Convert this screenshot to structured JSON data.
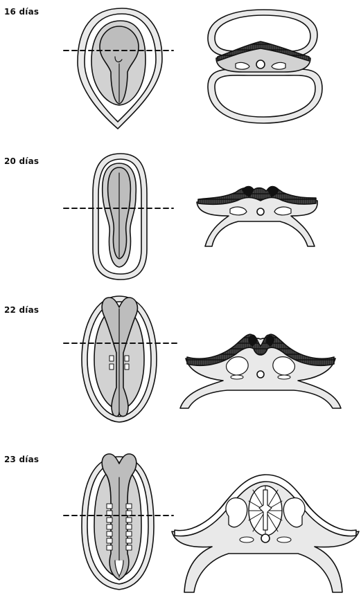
{
  "stages": [
    {
      "label": "16 días"
    },
    {
      "label": "20 días"
    },
    {
      "label": "22 días"
    },
    {
      "label": "23 días"
    }
  ],
  "colors": {
    "outline": "#111111",
    "fill_light": "#e9e9e9",
    "fill_mid": "#d2d2d2",
    "fill_dark": "#b8b8b8",
    "neural_crest": "#111111",
    "background": "#ffffff"
  }
}
